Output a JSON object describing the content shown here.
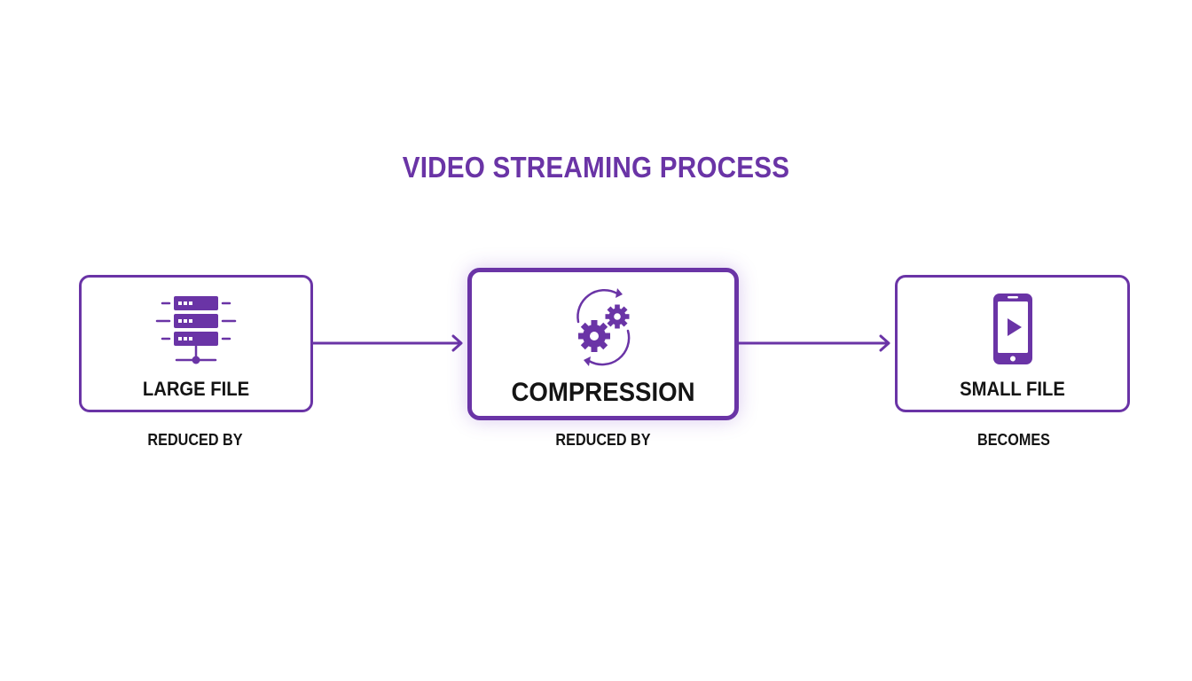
{
  "title": "VIDEO STREAMING PROCESS",
  "colors": {
    "accent": "#6a34a6",
    "text": "#141414",
    "background": "#ffffff"
  },
  "nodes": [
    {
      "id": "large-file",
      "label": "LARGE FILE",
      "icon": "server-icon",
      "caption": "REDUCED BY"
    },
    {
      "id": "compression",
      "label": "COMPRESSION",
      "icon": "gears-icon",
      "caption": "REDUCED BY"
    },
    {
      "id": "small-file",
      "label": "SMALL FILE",
      "icon": "smartphone-play-icon",
      "caption": "BECOMES"
    }
  ],
  "edges": [
    {
      "from": "large-file",
      "to": "compression"
    },
    {
      "from": "compression",
      "to": "small-file"
    }
  ]
}
